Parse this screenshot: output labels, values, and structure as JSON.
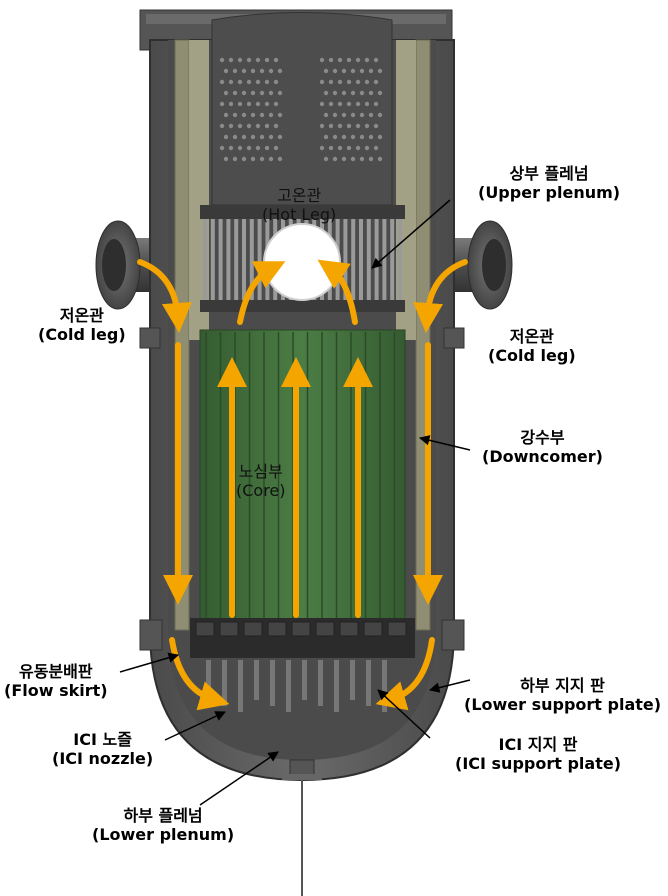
{
  "labels": {
    "upper_plenum": {
      "ko": "상부 플레넘",
      "en": "(Upper plenum)"
    },
    "hot_leg": {
      "ko": "고온관",
      "en": "(Hot Leg)"
    },
    "cold_leg_left": {
      "ko": "저온관",
      "en": "(Cold leg)"
    },
    "cold_leg_right": {
      "ko": "저온관",
      "en": "(Cold leg)"
    },
    "downcomer": {
      "ko": "강수부",
      "en": "(Downcomer)"
    },
    "core": {
      "ko": "노심부",
      "en": "(Core)"
    },
    "flow_skirt": {
      "ko": "유동분배판",
      "en": "(Flow skirt)"
    },
    "lower_support_plate": {
      "ko": "하부 지지 판",
      "en": "(Lower support plate)"
    },
    "ici_nozzle": {
      "ko": "ICI 노즐",
      "en": "(ICI nozzle)"
    },
    "ici_support_plate": {
      "ko": "ICI 지지 판",
      "en": "(ICI support plate)"
    },
    "lower_plenum": {
      "ko": "하부 플레넘",
      "en": "(Lower plenum)"
    }
  },
  "colors": {
    "vessel": "#5a5a5a",
    "vessel_dark": "#3c3c3c",
    "liner": "#8f8d72",
    "core_green": "#3f6b3a",
    "flow_arrow": "#f5a500"
  }
}
